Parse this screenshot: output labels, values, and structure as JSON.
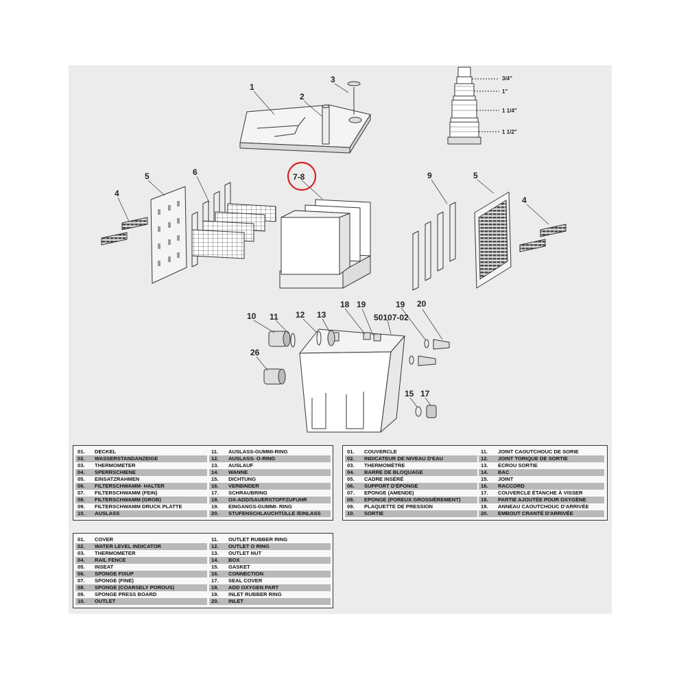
{
  "callouts": {
    "c1": "1",
    "c2": "2",
    "c3": "3",
    "c4a": "4",
    "c4b": "4",
    "c5a": "5",
    "c5b": "5",
    "c6": "6",
    "c78": "7-8",
    "c9": "9",
    "c10": "10",
    "c11": "11",
    "c12": "12",
    "c13": "13",
    "c15": "15",
    "c17": "17",
    "c18": "18",
    "c19a": "19",
    "c19b": "19",
    "c20": "20",
    "c26": "26",
    "model": "50107-02"
  },
  "hose_sizes": [
    "3/4\"",
    "1\"",
    "1 1/4\"",
    "1 1/2\""
  ],
  "legend_de": {
    "left": [
      {
        "num": "01.",
        "text": "DECKEL"
      },
      {
        "num": "02.",
        "text": "WASSERSTANDANZEIGE"
      },
      {
        "num": "03.",
        "text": "THERMOMETER"
      },
      {
        "num": "04.",
        "text": "SPERRSCHIENE"
      },
      {
        "num": "05.",
        "text": "EINSATZRAHMEN"
      },
      {
        "num": "06.",
        "text": "FILTERSCHWAMM- HALTER"
      },
      {
        "num": "07.",
        "text": "FILTERSCHWAMM (FEIN)"
      },
      {
        "num": "08.",
        "text": "FILTERSCHWAMM (GROB)"
      },
      {
        "num": "09.",
        "text": "FILTERSCHWAMM DRUCK PLATTE"
      },
      {
        "num": "10.",
        "text": "AUSLASS"
      }
    ],
    "right": [
      {
        "num": "11.",
        "text": "AUSLASS-GUMMI-RING"
      },
      {
        "num": "12.",
        "text": "AUSLASS- O-RING"
      },
      {
        "num": "13.",
        "text": "AUSLAUF"
      },
      {
        "num": "14.",
        "text": "WANNE"
      },
      {
        "num": "15.",
        "text": "DICHTUNG"
      },
      {
        "num": "16.",
        "text": "VERBINDER"
      },
      {
        "num": "17.",
        "text": "SCHRAUBRING"
      },
      {
        "num": "18.",
        "text": "OX-ADD/SAUERSTOFFZUFUHR"
      },
      {
        "num": "19.",
        "text": "EINGANGS-GUMMI- RING"
      },
      {
        "num": "20.",
        "text": "STUFENSCHLAUCHTÜLLE /EINLASS"
      }
    ]
  },
  "legend_fr": {
    "left": [
      {
        "num": "01.",
        "text": "COUVERCLE"
      },
      {
        "num": "02.",
        "text": "INDICATEUR DE NIVEAU D'EAU"
      },
      {
        "num": "03.",
        "text": "THERMOMÈTRE"
      },
      {
        "num": "04.",
        "text": "BARRE DE BLOQUAGE"
      },
      {
        "num": "05.",
        "text": "CADRE INSÉRÉ"
      },
      {
        "num": "06.",
        "text": "SUPPORT D'ÉPONGE"
      },
      {
        "num": "07.",
        "text": "EPONGE (AMENDE)"
      },
      {
        "num": "08.",
        "text": "EPONGE (POREUX GROSSIÈREMENT)"
      },
      {
        "num": "09.",
        "text": "PLAQUETTE DE PRESSION"
      },
      {
        "num": "10.",
        "text": "SORTIE"
      }
    ],
    "right": [
      {
        "num": "11.",
        "text": "JOINT CAOUTCHOUC DE SORIE"
      },
      {
        "num": "12.",
        "text": "JOINT TORIQUE DE SORTIE"
      },
      {
        "num": "13.",
        "text": "ECROU SORTIE"
      },
      {
        "num": "14.",
        "text": "BAC"
      },
      {
        "num": "15.",
        "text": "JOINT"
      },
      {
        "num": "16.",
        "text": "RACCORD"
      },
      {
        "num": "17.",
        "text": "COUVERCLE ÉTANCHE À VISSER"
      },
      {
        "num": "18.",
        "text": "PARTIE AJOUTÉE POUR OXYGÈNE"
      },
      {
        "num": "19.",
        "text": "ANNEAU CAOUTCHOUC D'ARRIVÉE"
      },
      {
        "num": "20.",
        "text": "EMBOUT CRANTÉ D'ARRIVÉE"
      }
    ]
  },
  "legend_en": {
    "left": [
      {
        "num": "01.",
        "text": "COVER"
      },
      {
        "num": "02.",
        "text": "WATER LEVEL INDICATOR"
      },
      {
        "num": "03.",
        "text": "THERMOMETER"
      },
      {
        "num": "04.",
        "text": "RAIL FENCE"
      },
      {
        "num": "05.",
        "text": "INSEAT"
      },
      {
        "num": "06.",
        "text": "SPONGE FIXUP"
      },
      {
        "num": "07.",
        "text": "SPONGE (FINE)"
      },
      {
        "num": "08.",
        "text": "SPONGE (COARSELY POROUS)"
      },
      {
        "num": "09.",
        "text": "SPONGE PRESS BOARD"
      },
      {
        "num": "10.",
        "text": "OUTLET"
      }
    ],
    "right": [
      {
        "num": "11.",
        "text": "OUTLET RUBBER RING"
      },
      {
        "num": "12.",
        "text": "OUTLET O RING"
      },
      {
        "num": "13.",
        "text": "OUTLET NUT"
      },
      {
        "num": "14.",
        "text": "BOX"
      },
      {
        "num": "15.",
        "text": "GASKET"
      },
      {
        "num": "16.",
        "text": "CONNECTION"
      },
      {
        "num": "17.",
        "text": "SEAL COVER"
      },
      {
        "num": "18.",
        "text": "ADD OXYGEN PART"
      },
      {
        "num": "19.",
        "text": "INLET RUBBER RING"
      },
      {
        "num": "20.",
        "text": "INLET"
      }
    ]
  },
  "colors": {
    "sheet": "#ececec",
    "line": "#333333",
    "shade_row": "#b9b9b9",
    "highlight": "#d22222"
  }
}
